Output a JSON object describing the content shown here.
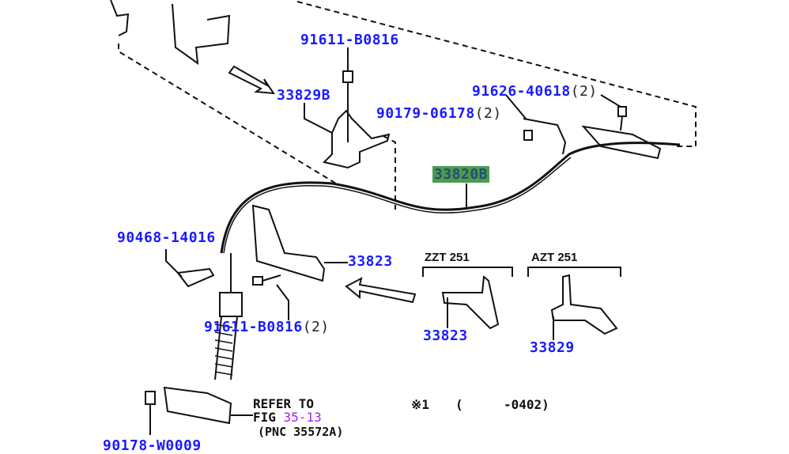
{
  "labels": {
    "p91611_top": "91611-B0816",
    "p33829B": "33829B",
    "p91626": "91626-40618",
    "p91626_qty": "(2)",
    "p90179": "90179-06178",
    "p90179_qty": "(2)",
    "p33820B": "33820B",
    "p90468": "90468-14016",
    "p33823_main": "33823",
    "p91611_bottom": "91611-B0816",
    "p91611_bottom_qty": "(2)",
    "p33823_zzt": "33823",
    "p33829_azt": "33829",
    "p90178": "90178-W0009"
  },
  "variants": {
    "zzt": "ZZT 251",
    "azt": "AZT 251"
  },
  "refer": {
    "line1": "REFER TO",
    "fig_prefix": "FIG",
    "fig_link": "35-13",
    "pnc": "(PNC 35572A)"
  },
  "note": {
    "mark": "※1",
    "open": "(",
    "range": "-0402)"
  },
  "colors": {
    "part_link": "#1a1aff",
    "highlight": "#4f9a4f",
    "fig_link": "#a020f0"
  }
}
